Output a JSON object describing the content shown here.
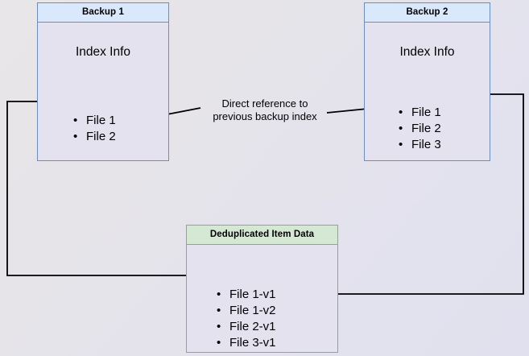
{
  "diagram": {
    "title_hidden": "",
    "colors": {
      "blue_border": "#6c8ebf",
      "blue_header_fill": "#dae8fc",
      "green_border": "#82b366",
      "green_header_fill": "#d5e8d4",
      "node_body_fill": "#e3e2ee",
      "edge_stroke": "#000000",
      "page_background": "#e4e3ec"
    },
    "nodes": [
      {
        "id": "backup1",
        "header": "Backup 1",
        "body_label": "Index Info",
        "items": [
          "File 1",
          "File 2"
        ]
      },
      {
        "id": "backup2",
        "header": "Backup 2",
        "body_label": "Index Info",
        "items": [
          "File 1",
          "File 2",
          "File 3"
        ]
      },
      {
        "id": "dedup",
        "header": "Deduplicated Item Data",
        "items": [
          "File 1-v1",
          "File 1-v2",
          "File 2-v1",
          "File 3-v1"
        ]
      }
    ],
    "edges": [
      {
        "id": "direct-reference",
        "label_line1": "Direct reference to",
        "label_line2": "previous backup index",
        "from": "backup2-file2",
        "to": "backup1-file2"
      },
      {
        "id": "backup1-to-dedup",
        "from": "backup1-file1",
        "to": "dedup-file1-v1"
      },
      {
        "id": "backup2-to-dedup",
        "from": "backup2-file1",
        "to": "dedup-file1-v2"
      }
    ]
  }
}
